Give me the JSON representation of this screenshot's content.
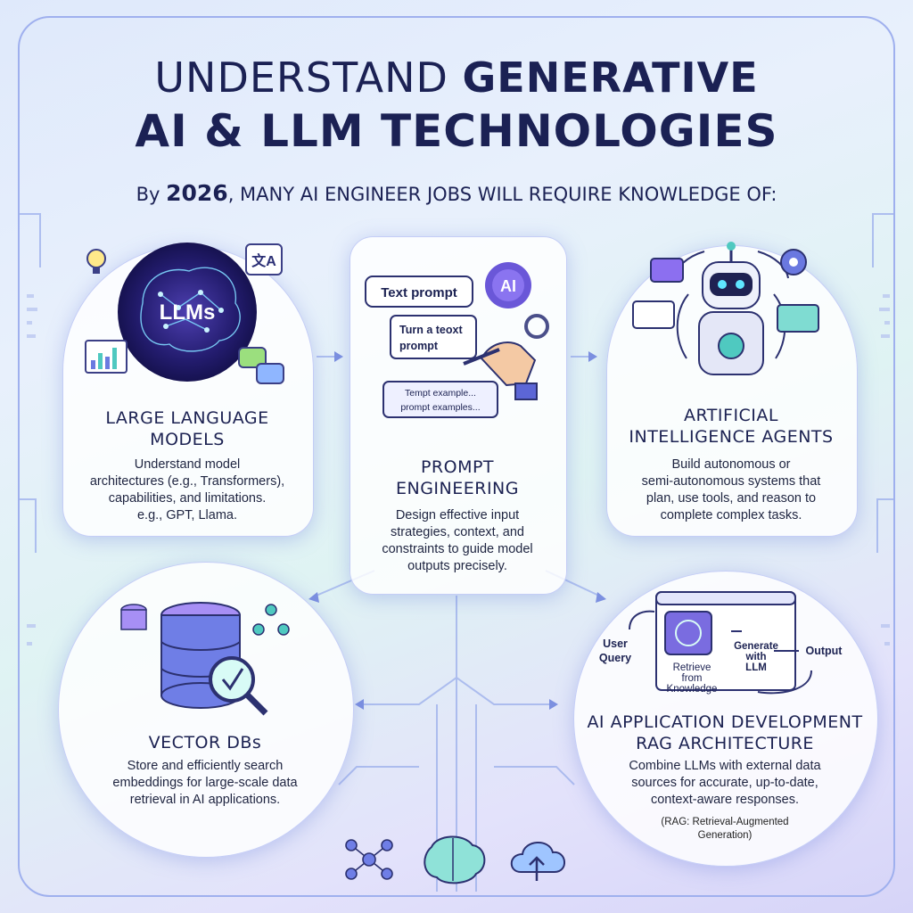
{
  "title": {
    "line1_light": "UNDERSTAND",
    "line1_bold": "GENERATIVE",
    "line2": "AI & LLM TECHNOLOGIES"
  },
  "subtitle": {
    "prefix": "By",
    "year": "2026",
    "text": ", MANY AI ENGINEER JOBS WILL REQUIRE KNOWLEDGE OF:"
  },
  "llm": {
    "badge": "LLMs",
    "translate_icon": "文A",
    "heading_line1": "LARGE LANGUAGE",
    "heading_line2": "MODELS",
    "body_line1": "Understand model",
    "body_line2": "architectures (e.g., Transformers),",
    "body_line3": "capabilities, and limitations.",
    "body_line4": "e.g., GPT, Llama."
  },
  "prompt": {
    "text_prompt_label": "Text prompt",
    "ai_badge": "AI",
    "turn_line1": "Turn a teoxt",
    "turn_line2": "prompt",
    "example_line1": "Tempt example...",
    "example_line2": "prompt examples...",
    "heading_line1": "PROMPT",
    "heading_line2": "ENGINEERING",
    "body_line1": "Design effective input",
    "body_line2": "strategies, context, and",
    "body_line3": "constraints to guide model",
    "body_line4": "outputs precisely."
  },
  "agents": {
    "heading_line1": "ARTIFICIAL",
    "heading_line2": "INTELLIGENCE AGENTS",
    "body_line1": "Build autonomous or",
    "body_line2": "semi-autonomous systems that",
    "body_line3": "plan, use tools, and reason to",
    "body_line4": "complete complex tasks."
  },
  "vector": {
    "heading": "VECTOR DBs",
    "body_line1": "Store and efficiently search",
    "body_line2": "embeddings for large-scale data",
    "body_line3": "retrieval in AI applications."
  },
  "rag": {
    "user_query_line1": "User",
    "user_query_line2": "Query",
    "retrieve_line1": "Retrieve",
    "retrieve_line2": "from",
    "retrieve_line3": "Knowledge",
    "generate_line1": "Generate",
    "generate_line2": "with",
    "generate_line3": "LLM",
    "output": "Output",
    "heading_line1": "AI APPLICATION DEVELOPMENT",
    "heading_line2": "RAG ARCHITECTURE",
    "body_line1": "Combine LLMs with external data",
    "body_line2": "sources for accurate, up-to-date,",
    "body_line3": "context-aware responses.",
    "note_line1": "(RAG: Retrieval-Augmented",
    "note_line2": "Generation)"
  },
  "colors": {
    "accent_purple": "#7a6ce0",
    "accent_blue": "#4a78d8",
    "accent_teal": "#4fc9c0",
    "heading_navy": "#1b2154"
  },
  "icons": [
    "lightbulb-icon",
    "translate-icon",
    "bar-chart-icon",
    "chat-bubbles-icon",
    "brain-icon",
    "gear-icon",
    "hand-pen-icon",
    "robot-icon",
    "database-icon",
    "magnifier-icon",
    "network-icon",
    "cloud-icon",
    "neural-network-icon",
    "cloud-upload-icon"
  ]
}
